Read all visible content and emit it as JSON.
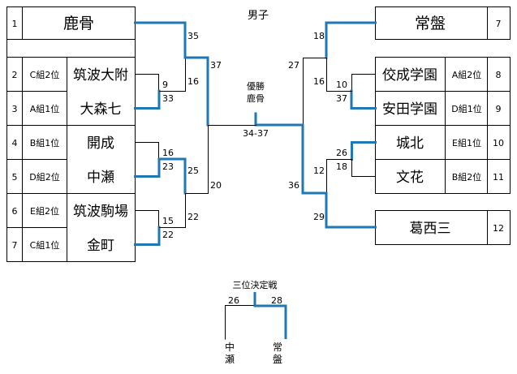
{
  "title": "男子",
  "champion": {
    "label": "優勝",
    "team": "鹿骨",
    "score": "34-37"
  },
  "left": [
    {
      "seed": "1",
      "group": "",
      "team": "鹿骨"
    },
    {
      "seed": "2",
      "group": "C組2位",
      "team": "筑波大附"
    },
    {
      "seed": "3",
      "group": "A組1位",
      "team": "大森七"
    },
    {
      "seed": "4",
      "group": "B組1位",
      "team": "開成"
    },
    {
      "seed": "5",
      "group": "D組2位",
      "team": "中瀬"
    },
    {
      "seed": "6",
      "group": "E組2位",
      "team": "筑波駒場"
    },
    {
      "seed": "7",
      "group": "C組1位",
      "team": "金町"
    }
  ],
  "right": [
    {
      "seed": "7",
      "group": "",
      "team": "常盤"
    },
    {
      "seed": "8",
      "group": "A組2位",
      "team": "佼成学園"
    },
    {
      "seed": "9",
      "group": "D組1位",
      "team": "安田学園"
    },
    {
      "seed": "10",
      "group": "E組1位",
      "team": "城北"
    },
    {
      "seed": "11",
      "group": "B組2位",
      "team": "文花"
    },
    {
      "seed": "12",
      "group": "",
      "team": "葛西三"
    }
  ],
  "scores": {
    "l_2v3_top": "9",
    "l_2v3_bot": "33",
    "l_4v5_top": "16",
    "l_4v5_bot": "23",
    "l_6v7_top": "15",
    "l_6v7_bot": "22",
    "l_1_vs_23_top": "35",
    "l_1_vs_23_bot": "16",
    "l_45_vs_67_top": "25",
    "l_45_vs_67_bot": "22",
    "l_semi_top": "37",
    "l_semi_bot": "20",
    "r_8v9_top": "10",
    "r_8v9_bot": "37",
    "r_10v11_top": "26",
    "r_10v11_bot": "18",
    "r_7_vs_89_top": "18",
    "r_7_vs_89_bot": "16",
    "r_1011_vs_12_top": "12",
    "r_1011_vs_12_bot": "29",
    "r_semi_top": "27",
    "r_semi_bot": "36"
  },
  "third_place": {
    "title": "三位決定戦",
    "left_team": "中瀬",
    "left_score": "26",
    "right_team": "常盤",
    "right_score": "28"
  },
  "colors": {
    "win": "#1f77b4",
    "line": "#000000"
  }
}
